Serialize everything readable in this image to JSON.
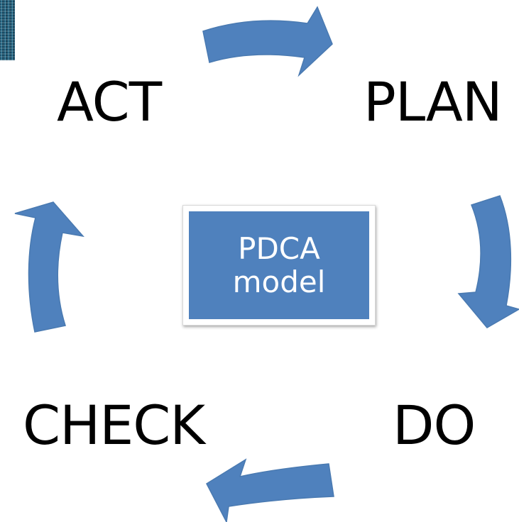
{
  "diagram": {
    "center": {
      "line1": "PDCA",
      "line2": "model"
    },
    "stages": {
      "plan": "PLAN",
      "do": "DO",
      "check": "CHECK",
      "act": "ACT"
    },
    "colors": {
      "arrow": "#4f81bd",
      "box": "#4f81bd",
      "text": "#000000",
      "center_text": "#ffffff"
    }
  }
}
